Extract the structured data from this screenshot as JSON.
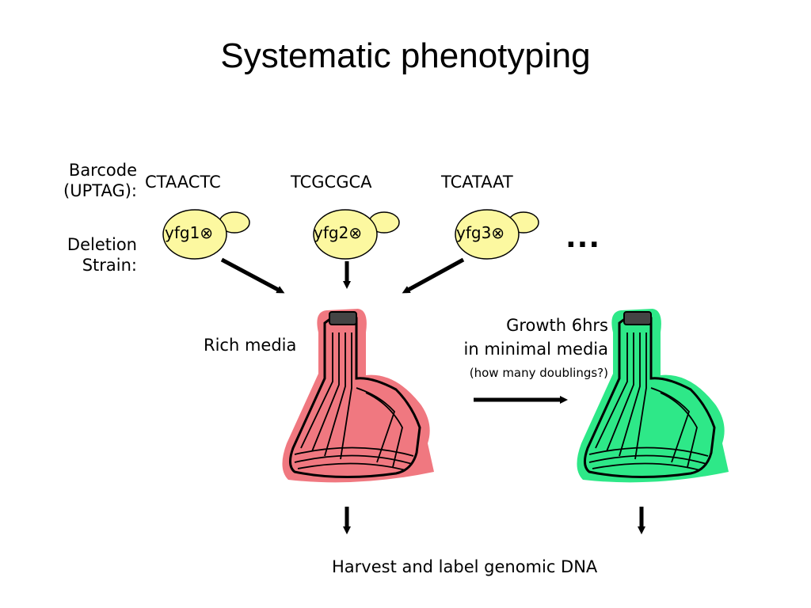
{
  "title": "Systematic phenotyping",
  "labels": {
    "barcode_line1": "Barcode",
    "barcode_line2": "(UPTAG):",
    "deletion_line1": "Deletion",
    "deletion_line2": "Strain:"
  },
  "strains": [
    {
      "barcode": "CTAACTC",
      "name": "yfg1⊗"
    },
    {
      "barcode": "TCGCGCA",
      "name": "yfg2⊗"
    },
    {
      "barcode": "TCATAAT",
      "name": "yfg3⊗"
    }
  ],
  "ellipsis": "...",
  "rich_media": "Rich media",
  "growth": {
    "line1": "Growth 6hrs",
    "line2": "in minimal media",
    "note": "(how many doublings?)"
  },
  "harvest": "Harvest and label genomic DNA",
  "colors": {
    "yeast_fill": "#fcf8a0",
    "flask_rich": "#f07880",
    "flask_minimal": "#2ee888"
  }
}
